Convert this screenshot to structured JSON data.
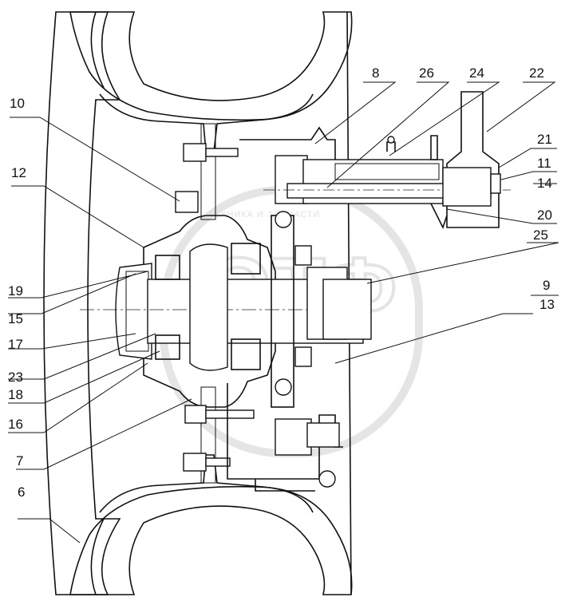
{
  "callouts": {
    "c6": "6",
    "c7": "7",
    "c8": "8",
    "c9": "9",
    "c10": "10",
    "c11": "11",
    "c12": "12",
    "c13": "13",
    "c14": "14",
    "c15": "15",
    "c16": "16",
    "c17": "17",
    "c18": "18",
    "c19": "19",
    "c20": "20",
    "c21": "21",
    "c22": "22",
    "c23": "23",
    "c24": "24",
    "c25": "25",
    "c26": "26"
  },
  "watermark": {
    "logo": "ЭТФ",
    "top_text": "ТЕХНИКА И ЗАПЧАСТИ"
  },
  "colors": {
    "ink": "#111111",
    "watermark": "#c9c9c9",
    "background": "#ffffff"
  }
}
